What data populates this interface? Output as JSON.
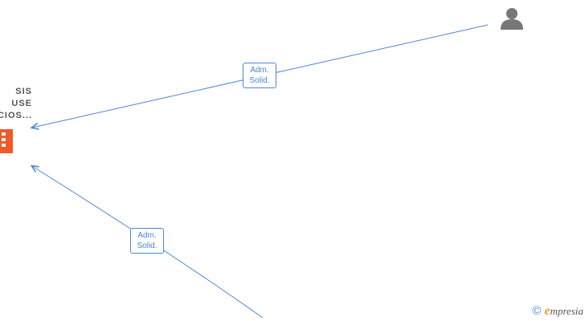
{
  "company": {
    "label_lines": [
      "SIS",
      "USE",
      "CIOS..."
    ]
  },
  "edges": [
    {
      "line1": "Adm.",
      "line2": "Solid."
    },
    {
      "line1": "Adm.",
      "line2": "Solid."
    }
  ],
  "colors": {
    "edge": "#4a86d4",
    "company_icon": "#f05a28",
    "person_icon": "#777777",
    "label_text": "#555555"
  },
  "icons": {
    "company": "building-icon",
    "person": "person-icon",
    "watermark": "copyright-icon"
  },
  "watermark": {
    "symbol": "©",
    "brand_initial": "e",
    "brand_rest": "mpresia"
  }
}
